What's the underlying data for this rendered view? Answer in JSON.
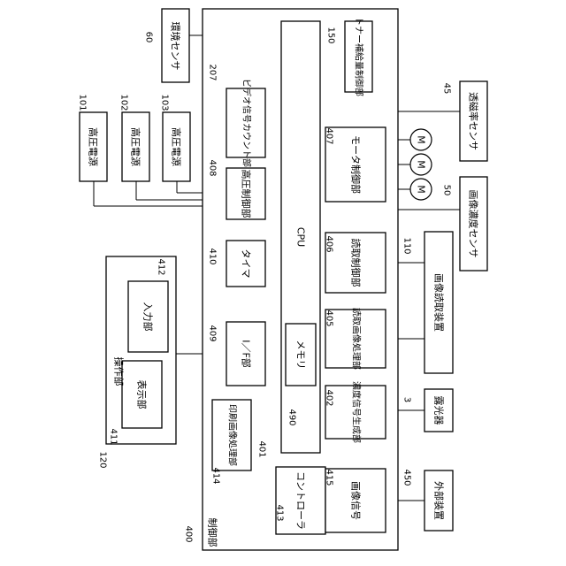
{
  "labels": {
    "control_unit": "制御部",
    "cpu": "CPU",
    "env_sensor": "環境センサ",
    "toner_ctrl": "トナー補給量制御部",
    "video_count": "ビデオ信号カウント部",
    "hv1": "高圧電源",
    "hv2": "高圧電源",
    "hv3": "高圧電源",
    "hv_ctrl": "高圧制御部",
    "motor_ctrl": "モータ制御部",
    "mag_sensor": "透磁率センサ",
    "density_sensor": "画像濃度センサ",
    "timer": "タイマ",
    "read_ctrl": "読取制御部",
    "reader": "画像読取装置",
    "ops": "操作部",
    "input": "入力部",
    "display": "表示部",
    "io": "I／F部",
    "memory": "メモリ",
    "read_proc": "読取画像処理部",
    "density_gen": "濃度信号生成部",
    "exposure": "露光器",
    "print_proc": "印刷画像処理部",
    "controller": "コントローラ",
    "image_signal": "画像信号",
    "external": "外部装置",
    "motor": "M"
  },
  "refs": {
    "r60": "60",
    "r150": "150",
    "r207": "207",
    "r101": "101",
    "r102": "102",
    "r103": "103",
    "r45": "45",
    "r407": "407",
    "r408": "408",
    "r50": "50",
    "r410": "410",
    "r406": "406",
    "r110": "110",
    "r412": "412",
    "r409": "409",
    "r405": "405",
    "r411": "411",
    "r490": "490",
    "r402": "402",
    "r3": "3",
    "r120": "120",
    "r414": "414",
    "r401": "401",
    "r413": "413",
    "r415": "415",
    "r450": "450",
    "r400": "400"
  }
}
